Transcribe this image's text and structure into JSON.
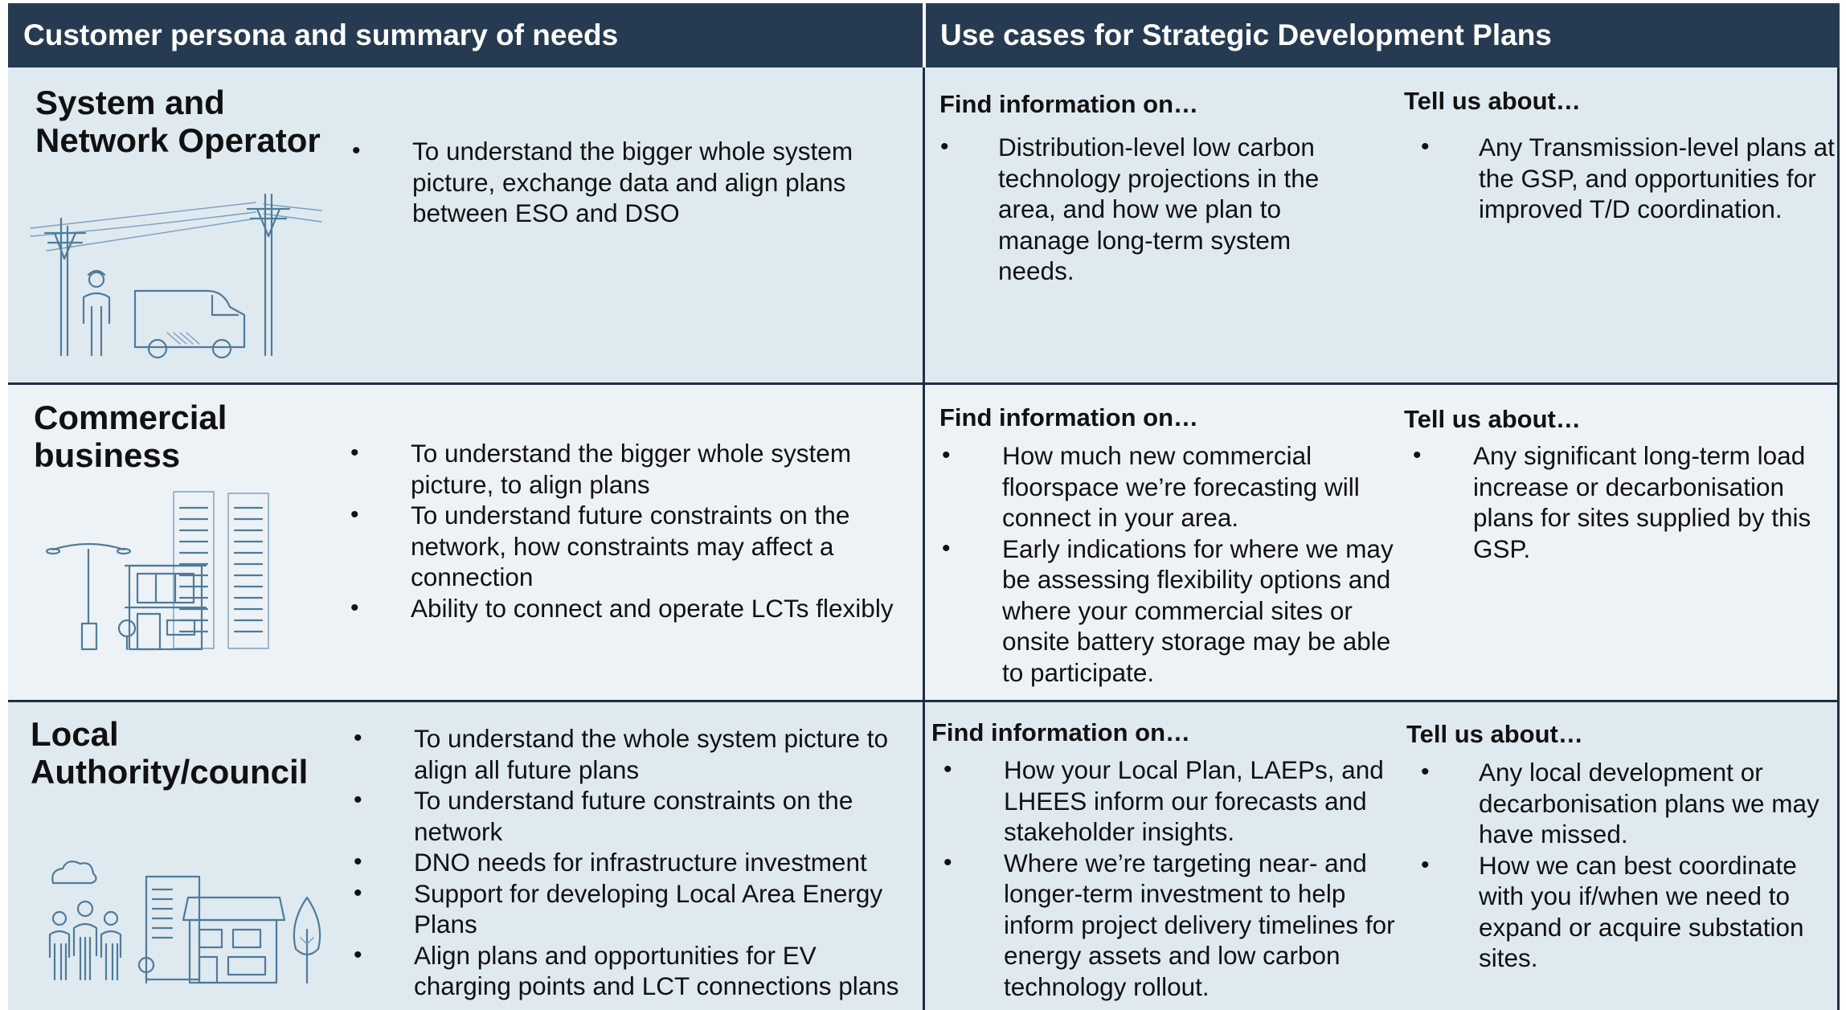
{
  "header": {
    "left": "Customer persona and summary of needs",
    "right": "Use cases for Strategic Development Plans"
  },
  "rows": [
    {
      "persona": [
        "System and",
        "Network Operator"
      ],
      "illustration_icon": "power-lines-worker-van-icon",
      "needs": [
        "To understand the bigger whole system picture, exchange data and align plans between ESO and DSO"
      ],
      "find_title": "Find information on…",
      "find_items": [
        "Distribution-level low carbon technology projections in the area, and how we plan to manage long-term system needs."
      ],
      "tell_title": "Tell us about…",
      "tell_items": [
        "Any Transmission-level plans at the GSP, and opportunities for improved T/D coordination."
      ]
    },
    {
      "persona": [
        "Commercial",
        "business"
      ],
      "illustration_icon": "commercial-buildings-streetlight-icon",
      "needs": [
        "To understand the bigger whole system picture, to align plans",
        "To understand future constraints on the network, how constraints may affect a connection",
        "Ability to connect and operate LCTs flexibly"
      ],
      "find_title": "Find information on…",
      "find_items": [
        "How much new commercial floorspace we’re forecasting will connect in your area.",
        "Early indications for where we may be assessing flexibility options and where your commercial sites or onsite battery storage may be able to participate."
      ],
      "tell_title": "Tell us about…",
      "tell_items": [
        "Any significant long-term load increase or decarbonisation plans for sites supplied by this GSP."
      ]
    },
    {
      "persona": [
        "Local",
        "Authority/council"
      ],
      "illustration_icon": "people-houses-tree-icon",
      "needs": [
        "To understand the whole system picture to align all future plans",
        "To understand future constraints on the network",
        "DNO needs for infrastructure investment",
        "Support for developing Local Area Energy Plans",
        "Align plans and opportunities for EV charging points and LCT connections plans"
      ],
      "find_title": "Find information on…",
      "find_items": [
        "How your Local Plan, LAEPs, and LHEES inform our forecasts and stakeholder insights.",
        "Where we’re targeting near- and longer-term investment to help inform project delivery timelines for energy assets and low carbon technology rollout."
      ],
      "tell_title": "Tell us about…",
      "tell_items": [
        "Any local development or decarbonisation plans we may have missed.",
        "How we can best coordinate with you if/when we need to expand or acquire substation sites."
      ]
    }
  ],
  "colors": {
    "header_bg": "#263b51",
    "row_bg_shaded": "#dfe9f0",
    "row_bg_light": "#edf2f6",
    "illustration_stroke": "#4f7b9b"
  }
}
